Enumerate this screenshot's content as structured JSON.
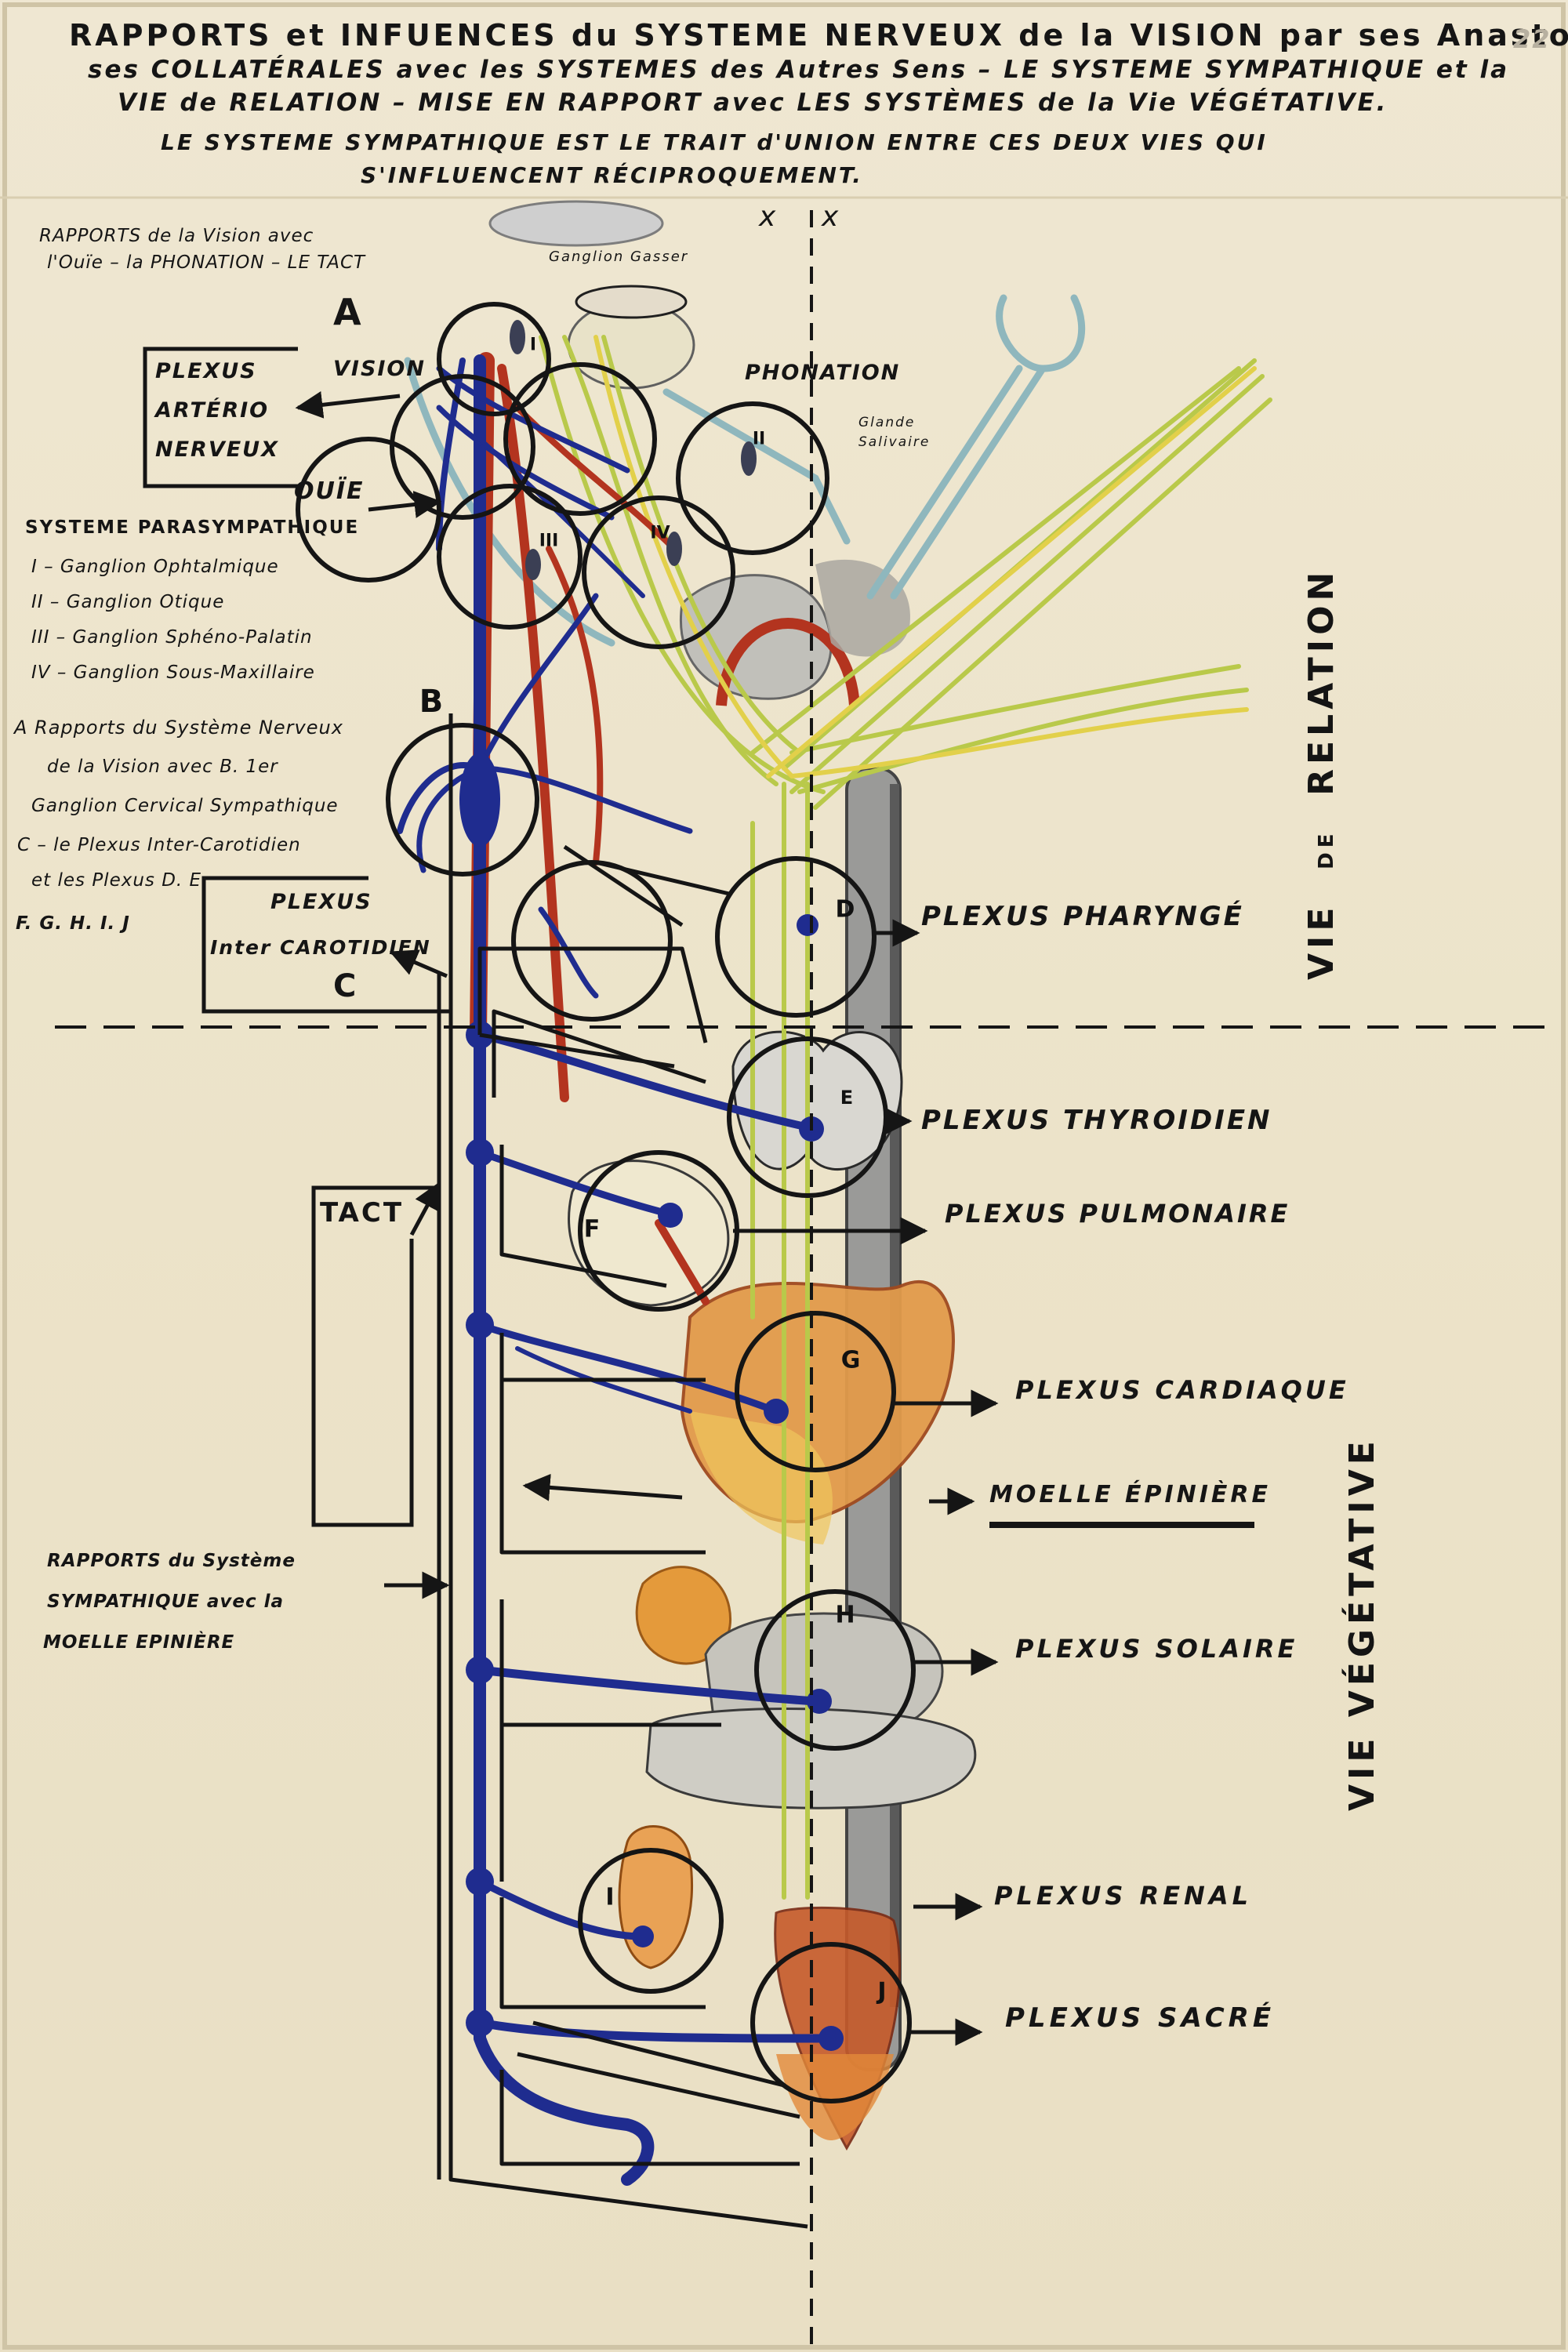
{
  "header": {
    "line1": "RAPPORTS et INFUENCES du SYSTEME NERVEUX de la VISION par ses Anastomoses",
    "line2": "ses COLLATÉRALES avec les SYSTEMES des Autres Sens – LE SYSTEME SYMPATHIQUE et la",
    "line3": "VIE de RELATION – MISE EN RAPPORT avec LES SYSTÈMES de la Vie VÉGÉTATIVE.",
    "line4": "LE SYSTEME SYMPATHIQUE EST LE TRAIT d'UNION ENTRE CES DEUX VIES QUI",
    "line5": "S'INFLUENCENT RÉCIPROQUEMENT."
  },
  "corner_mark": "22",
  "axis_marks": {
    "left": "x",
    "right": "x"
  },
  "left_notes": {
    "rapports_vision": [
      "RAPPORTS de la Vision avec",
      "l'Ouïe – la PHONATION – LE TACT"
    ],
    "letter_a": "A",
    "vision": "VISION",
    "plexus_arterio": [
      "PLEXUS",
      "ARTÉRIO",
      "NERVEUX"
    ],
    "ouie": "OUÏE",
    "parasympathique_title": "SYSTEME PARASYMPATHIQUE",
    "ganglia": [
      "I – Ganglion Ophtalmique",
      "II – Ganglion Otique",
      "III – Ganglion Sphéno-Palatin",
      "IV – Ganglion Sous-Maxillaire"
    ],
    "legend_lines": [
      "A  Rapports du Système Nerveux",
      "de la Vision avec B. 1er",
      "Ganglion Cervical Sympathique",
      "C – le Plexus Inter-Carotidien",
      "et les Plexus D. E",
      "F. G. H. I. J"
    ],
    "plexus_inter": [
      "PLEXUS",
      "Inter CAROTIDIEN",
      "C"
    ],
    "tact": "TACT",
    "rapports_sympathique": [
      "RAPPORTS du Système",
      "SYMPATHIQUE avec la",
      "MOELLE EPINIÈRE"
    ]
  },
  "top_labels": {
    "ganglion": "Ganglion Gasser",
    "phonation": "PHONATION",
    "glande": [
      "Glande",
      "Salivaire"
    ]
  },
  "node_letters": [
    "A",
    "B",
    "D",
    "E",
    "F",
    "G",
    "H",
    "I",
    "J"
  ],
  "roman_marks": [
    "I",
    "II",
    "III",
    "IV"
  ],
  "right_labels": {
    "pharynge": "PLEXUS PHARYNGÉ",
    "thyroidien": "PLEXUS THYROIDIEN",
    "pulmonaire": "PLEXUS PULMONAIRE",
    "cardiaque": "PLEXUS CARDIAQUE",
    "moelle": "MOELLE ÉPINIÈRE",
    "solaire": "PLEXUS SOLAIRE",
    "renal": "PLEXUS RENAL",
    "sacre": "PLEXUS SACRÉ"
  },
  "vertical_labels": {
    "relation": [
      "VIE",
      "DE",
      "RELATION"
    ],
    "vegetative": "VIE VÉGÉTATIVE"
  },
  "colors": {
    "paper": "#ece3c9",
    "ink": "#151515",
    "nerve_blue": "#1f2c8f",
    "nerve_green": "#b9c94a",
    "nerve_yellow": "#e2d04a",
    "artery_red": "#b3341f",
    "organ_orange": "#de8a3a",
    "vessel_cyan": "#8fb7bd",
    "organ_grey": "#a9a7a0"
  }
}
